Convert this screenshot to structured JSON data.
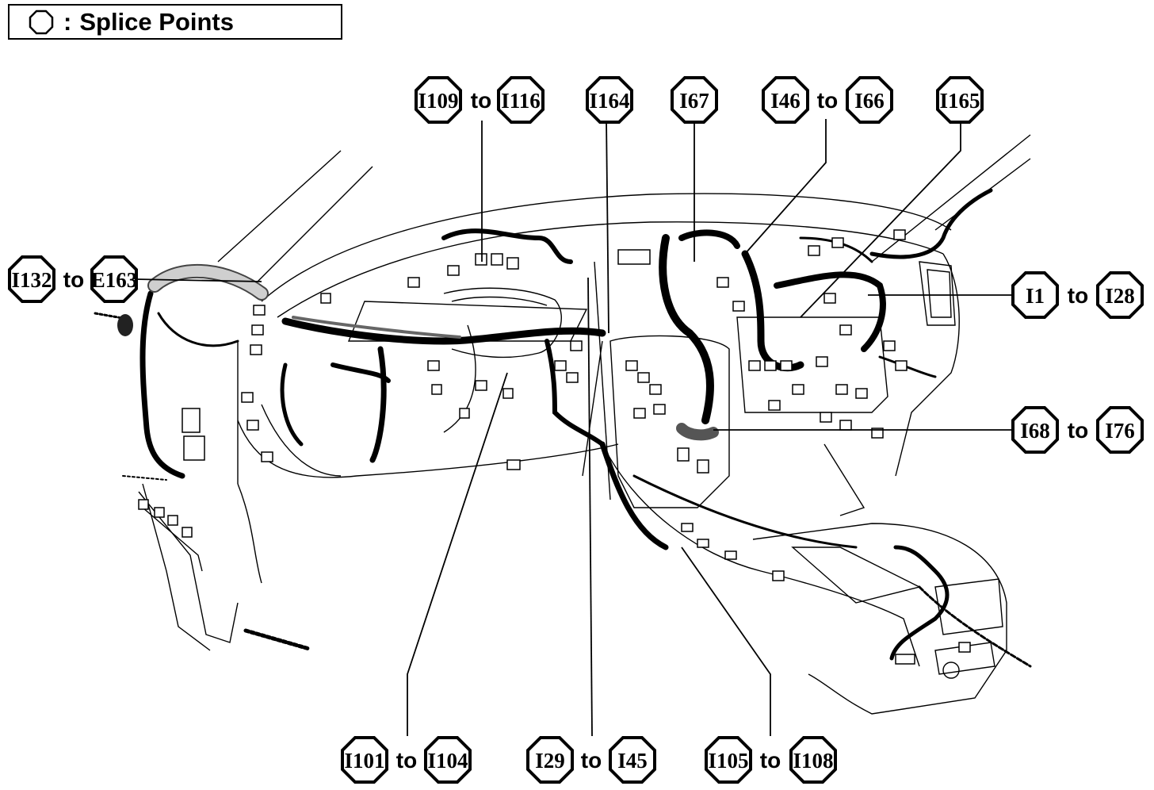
{
  "legend": {
    "symbol": "octagon-icon",
    "colon": ":",
    "text": "Splice Points"
  },
  "callouts": {
    "c1": {
      "from": "I109",
      "to": "I116",
      "sep": "to"
    },
    "c2": {
      "single": "I164"
    },
    "c3": {
      "single": "I67"
    },
    "c4": {
      "from": "I46",
      "to": "I66",
      "sep": "to"
    },
    "c5": {
      "single": "I165"
    },
    "c6": {
      "from": "I132",
      "to": "E163",
      "sep": "to"
    },
    "c7": {
      "from": "I1",
      "to": "I28",
      "sep": "to"
    },
    "c8": {
      "from": "I68",
      "to": "I76",
      "sep": "to"
    },
    "c9": {
      "from": "I101",
      "to": "I104",
      "sep": "to"
    },
    "c10": {
      "from": "I29",
      "to": "I45",
      "sep": "to"
    },
    "c11": {
      "from": "I105",
      "to": "I108",
      "sep": "to"
    }
  }
}
